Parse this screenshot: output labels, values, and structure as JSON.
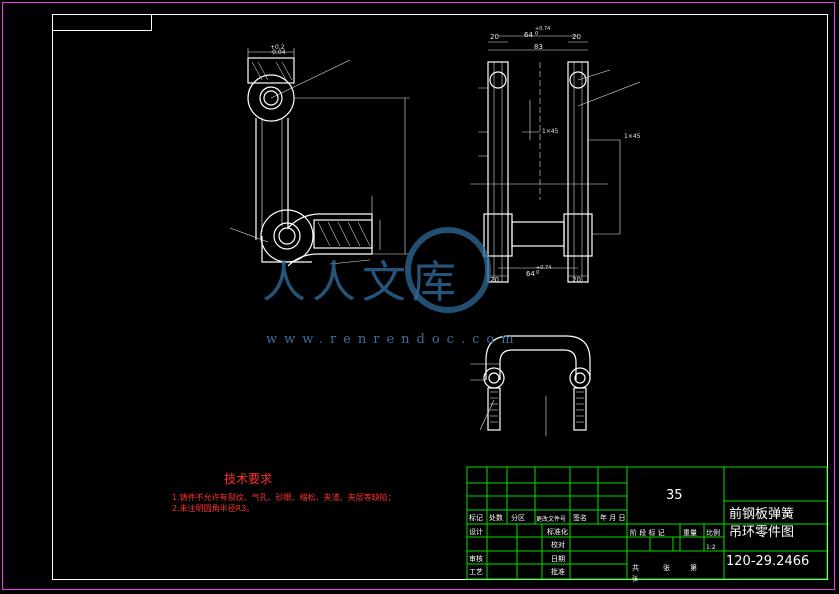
{
  "drawing": {
    "technical_requirements": {
      "title": "技术要求",
      "items": [
        "1.铸件不允许有裂纹、气孔、砂眼、缩松、夹渣、夹层等缺陷；",
        "2.未注明圆角半径R3。"
      ]
    },
    "dimensions": {
      "top_left_tol": "+0.2\n-0.04",
      "top_dim_20a": "20",
      "top_dim_64": "64",
      "top_dim_64_tol": "+0.74\n0",
      "top_dim_83": "83",
      "top_dim_20b": "20",
      "bottom_dim_20a": "20",
      "bottom_dim_64": "64",
      "bottom_dim_64_tol": "+0.74\n0",
      "bottom_dim_20b": "20",
      "right_chamfer": "1×45",
      "left_chamfer": "1×45"
    },
    "title_block": {
      "part_number_label": "35",
      "drawing_name_line1": "前钢板弹簧",
      "drawing_name_line2": "吊环零件图",
      "drawing_code": "120-29.2466",
      "scale": "1:2",
      "headers": {
        "mark": "标记",
        "count": "处数",
        "zone": "分区",
        "change_doc": "更改文件号",
        "signature": "签名",
        "date": "年 月 日",
        "design": "设计",
        "standardize": "标准化",
        "review": "审核",
        "process": "工艺",
        "approve": "批准",
        "stage_mark": "阶 段 标 记",
        "weight": "重量",
        "ratio": "比例",
        "total": "共",
        "sheets": "张",
        "sheet_no": "第",
        "sheet_unit": "张",
        "proofread": "校对",
        "date_sign": "日期"
      }
    },
    "watermark": {
      "text": "人人文库",
      "url": "www.renrendoc.com"
    },
    "colors": {
      "background": "#000000",
      "outer_frame": "#e040e0",
      "inner_frame": "#ffffff",
      "part_lines": "#ffffff",
      "dimension_lines": "#e8e8e8",
      "title_block": "#00e000",
      "tech_text": "#ff3030",
      "watermark": "#3b6f9a"
    }
  }
}
